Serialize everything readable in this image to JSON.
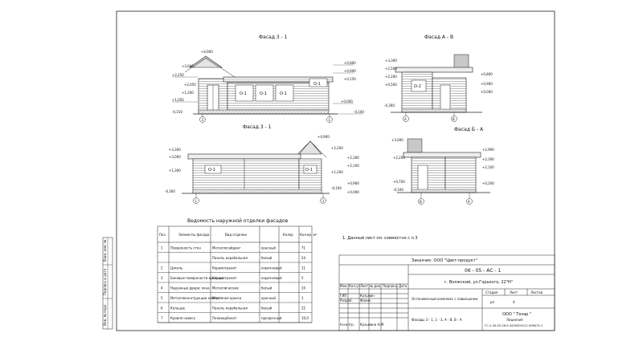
{
  "facades": {
    "f31_top": {
      "title": "Фасад 3 - 1",
      "axis_left": "3",
      "axis_right": "1",
      "levels": [
        "+4,900",
        "+3,000",
        "+2,250",
        "+2,050",
        "+1,200",
        "+1,050",
        "+0,800",
        "+0,900",
        "+0,150",
        "+0,000",
        "-0,150",
        "-0,100"
      ],
      "windows": [
        "О-1",
        "О-1",
        "О-1",
        "О-1"
      ]
    },
    "fab": {
      "title": "Фасад А - В",
      "axis_left": "А",
      "axis_right": "В",
      "levels": [
        "+3,300",
        "+2,500",
        "+2,200",
        "+0,500",
        "+0,800",
        "+0,000",
        "+0,900",
        "-0,300"
      ],
      "windows": [
        "О-2"
      ]
    },
    "f31_bot": {
      "title": "Фасад 3 - 1",
      "axis_left": "1",
      "axis_right": "3",
      "levels": [
        "+4,900",
        "+3,300",
        "+3,000",
        "+2,200",
        "+2,300",
        "+2,100",
        "+1,200",
        "+1,300",
        "+0,900",
        "+0,000",
        "-0,300",
        "-0,100"
      ],
      "windows": [
        "О-1",
        "О-1"
      ]
    },
    "fba": {
      "title": "Фасад Б - А",
      "axis_left": "В",
      "axis_right": "А",
      "levels": [
        "+3,000",
        "+2,900",
        "+2,200",
        "+2,300",
        "+2,100",
        "+0,700",
        "+0,200",
        "-0,100"
      ]
    }
  },
  "note": "1. Данный лист см. совместно с л.3",
  "schedule": {
    "title": "Ведомость наружной отделки фасадов",
    "headers": [
      "Поз.",
      "Элементы фасада",
      "Вид отделки",
      "Колер",
      "Кол-во, м²"
    ],
    "rows": [
      [
        "1",
        "Поверхность стен",
        "Металлосайдинг",
        "красный",
        "71"
      ],
      [
        "",
        "",
        "Панель корабельная",
        "белый",
        "24"
      ],
      [
        "2",
        "Цоколь",
        "Керамогранит",
        "коричневый",
        "11"
      ],
      [
        "3",
        "Боковые поверхности крыльца",
        "Керамогранит",
        "коричневый",
        "5"
      ],
      [
        "4",
        "Наружные двери, окна",
        "Металлические",
        "белый",
        "10"
      ],
      [
        "5",
        "Металлоконструкции навеса",
        "Масляная краска",
        "красный",
        "1"
      ],
      [
        "6",
        "Кольцев.",
        "Панель корабельная",
        "белый",
        "22"
      ],
      [
        "7",
        "Кровля навеса",
        "Поликарбонат",
        "прозрачный",
        "10,0"
      ]
    ]
  },
  "side_stamp": [
    "Взам. инв. №",
    "Подпись и дата",
    "Инв. № подл."
  ],
  "title_block": {
    "customer": "Заказчик: ООО \"Цвет-продукт\"",
    "code": "06 - 05 - АС - 1",
    "address": "г. Волжский, ул.Горького, 22\"Н\"",
    "col_headers": [
      "Изм.",
      "Кол.уч",
      "Лист",
      "№ док.",
      "Подпись",
      "Дата"
    ],
    "roles": [
      [
        "ГИП",
        "Кузьмин"
      ],
      [
        "Разраб.",
        "Фокин"
      ],
      [
        "",
        ""
      ],
      [
        "",
        ""
      ],
      [
        "Н.контр.",
        "Кузьмина Н.М."
      ]
    ],
    "object": "Остановочный комплекс с павильоном",
    "stage_headers": [
      "Стадия",
      "Лист",
      "Листов"
    ],
    "stage_values": [
      "рп",
      "4",
      ""
    ],
    "sheet_title": "Фасады 3 - 1, 1 - 3, А - В, В - А",
    "org": [
      "ООО \" Тезар \"",
      "Лицензия",
      "ГС-2-34-02-26-0-3435000121-006474-1"
    ]
  },
  "colors": {
    "line": "#222222",
    "hatch": "#8a8a8a",
    "fill": "#dcdcdc",
    "blue": "#1a3a8a"
  }
}
